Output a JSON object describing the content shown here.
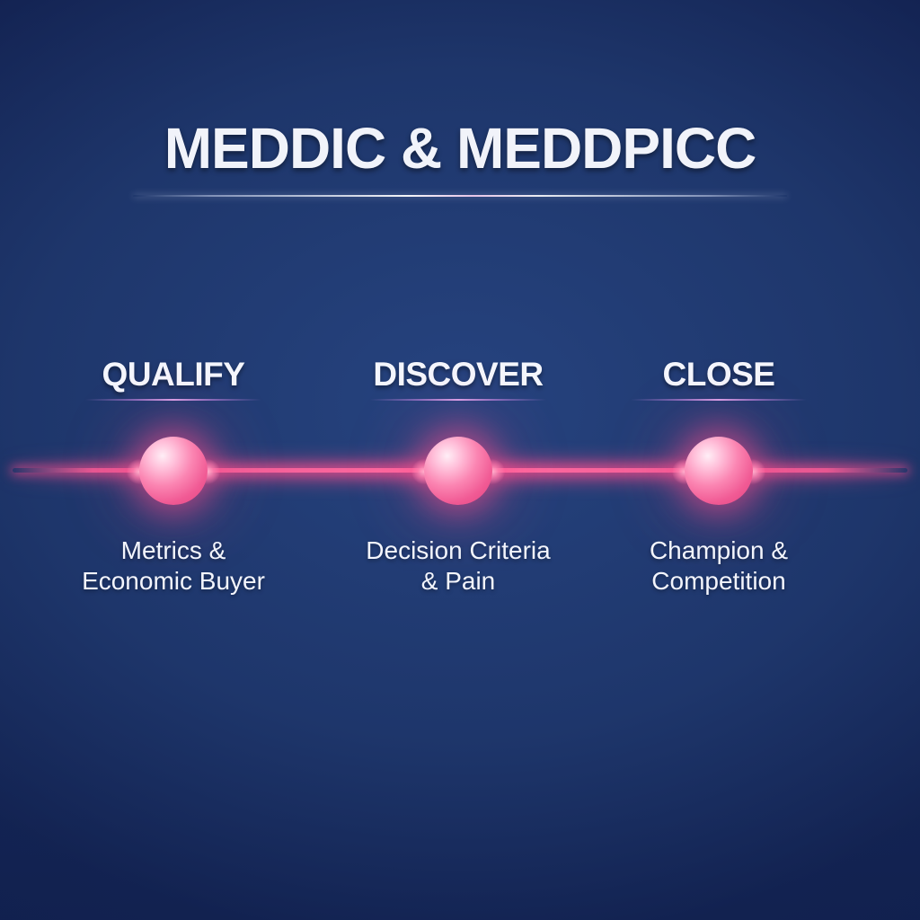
{
  "title": "MEDDIC & MEDDPICC",
  "stages": [
    {
      "label": "QUALIFY",
      "description": "Metrics &\nEconomic Buyer"
    },
    {
      "label": "DISCOVER",
      "description": "Decision Criteria\n& Pain"
    },
    {
      "label": "CLOSE",
      "description": "Champion &\nCompetition"
    }
  ],
  "colors": {
    "background_center": "#26437F",
    "background_edge": "#0C173F",
    "accent_pink": "#FF4D8D",
    "sphere_pink": "#F15B95",
    "divider_lavender": "#E0A8EE",
    "text": "#F3F5FD"
  }
}
